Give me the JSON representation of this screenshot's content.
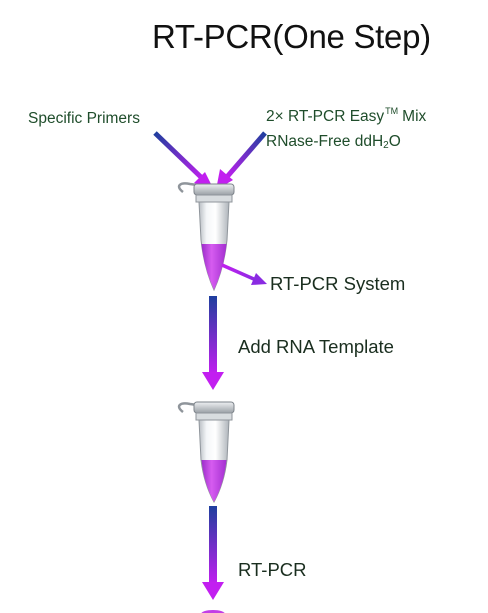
{
  "title": "RT-PCR(One Step)",
  "inputs": {
    "left": "Specific Primers",
    "right_line1_prefix": "2× RT-PCR Easy",
    "right_line1_tm": "TM",
    "right_line1_suffix": "Mix",
    "right_line2_prefix": "RNase-Free ddH",
    "right_line2_sub": "2",
    "right_line2_suffix": "O"
  },
  "system_label": "RT-PCR System",
  "step1_label": "Add RNA Template",
  "step2_label": "RT-PCR",
  "colors": {
    "arrow_start": "#1f3f9e",
    "arrow_end": "#c21ff0",
    "liquid": "#c23ee6",
    "label_green": "#1f4d2b"
  }
}
